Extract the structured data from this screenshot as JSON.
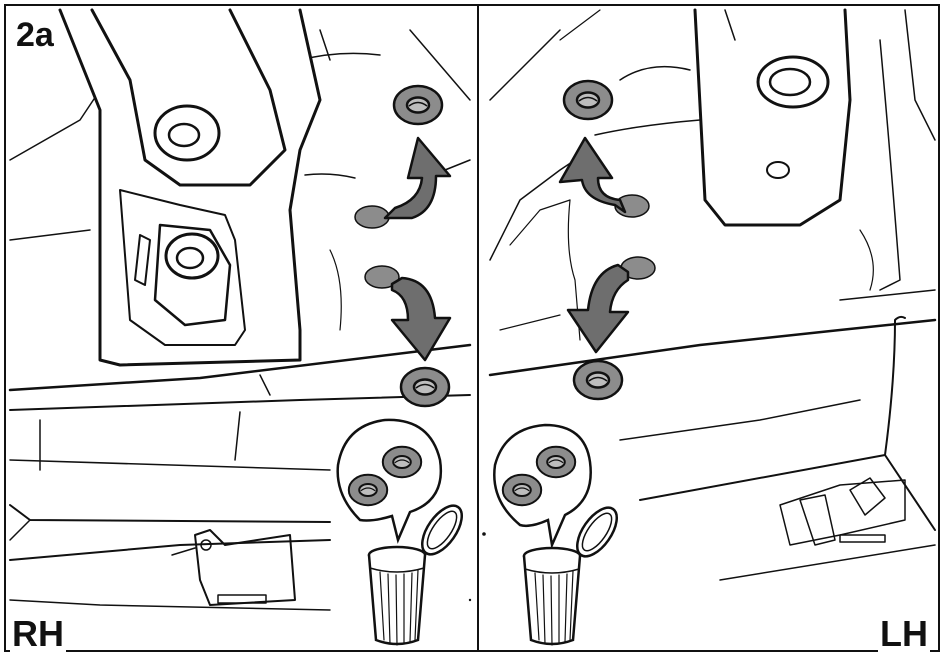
{
  "step_label": "2a",
  "left_panel": {
    "side_label": "RH"
  },
  "right_panel": {
    "side_label": "LH"
  },
  "colors": {
    "line": "#111111",
    "plug_fill": "#8c8c8c",
    "arrow_fill": "#6e6e6e",
    "background": "#ffffff"
  }
}
